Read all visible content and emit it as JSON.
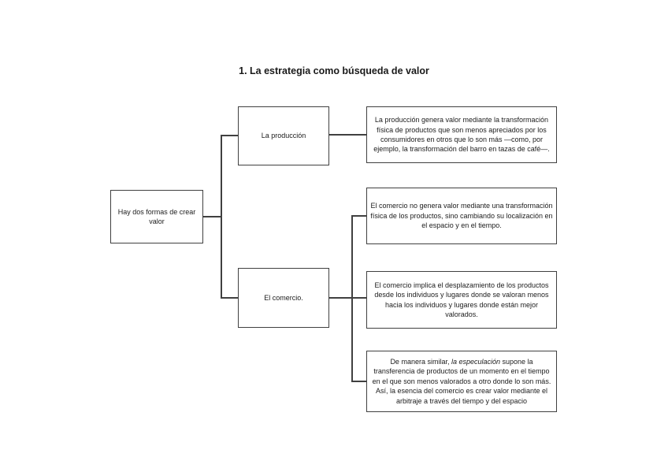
{
  "page": {
    "title": "1. La estrategia como búsqueda de valor"
  },
  "diagram": {
    "line_color": "#404040",
    "root": {
      "label": "Hay dos formas de crear valor"
    },
    "branches": [
      {
        "label": "La producción"
      },
      {
        "label": "El comercio."
      }
    ],
    "details": [
      {
        "text": "La producción genera valor mediante la transformación física de productos que son menos apreciados por los consumidores en otros que lo son más —como, por ejemplo, la transformación del barro en tazas de café—."
      },
      {
        "text": "El comercio no genera valor mediante una transformación física de los productos, sino cambiando su localización en el espacio y en el tiempo."
      },
      {
        "text": "El comercio implica el desplazamiento de los productos desde los individuos y lugares donde se valoran menos hacia los individuos y lugares donde están mejor valorados."
      },
      {
        "prefix": "De manera similar, ",
        "italic": "la especulación",
        "suffix": " supone la transferencia de productos de un momento en el tiempo en el que son menos valorados a otro donde lo son más. Así, la esencia del comercio es crear valor mediante el arbitraje a través del tiempo y del espacio"
      }
    ]
  }
}
